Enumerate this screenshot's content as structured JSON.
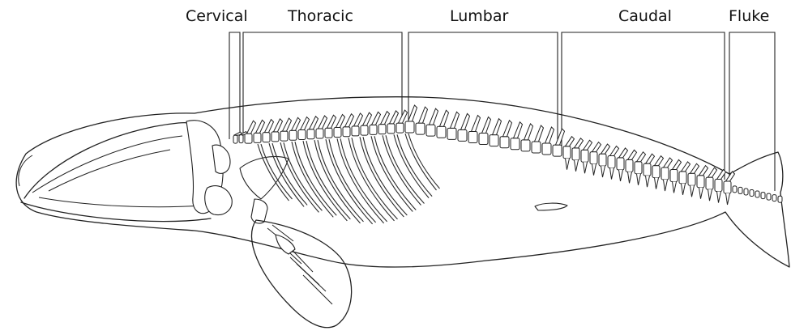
{
  "labels": {
    "cervical": "Cervical",
    "thoracic": "Thoracic",
    "lumbar": "Lumbar",
    "caudal": "Caudal",
    "fluke": "Fluke"
  },
  "colors": {
    "line": "#222222",
    "background": "#ffffff"
  }
}
